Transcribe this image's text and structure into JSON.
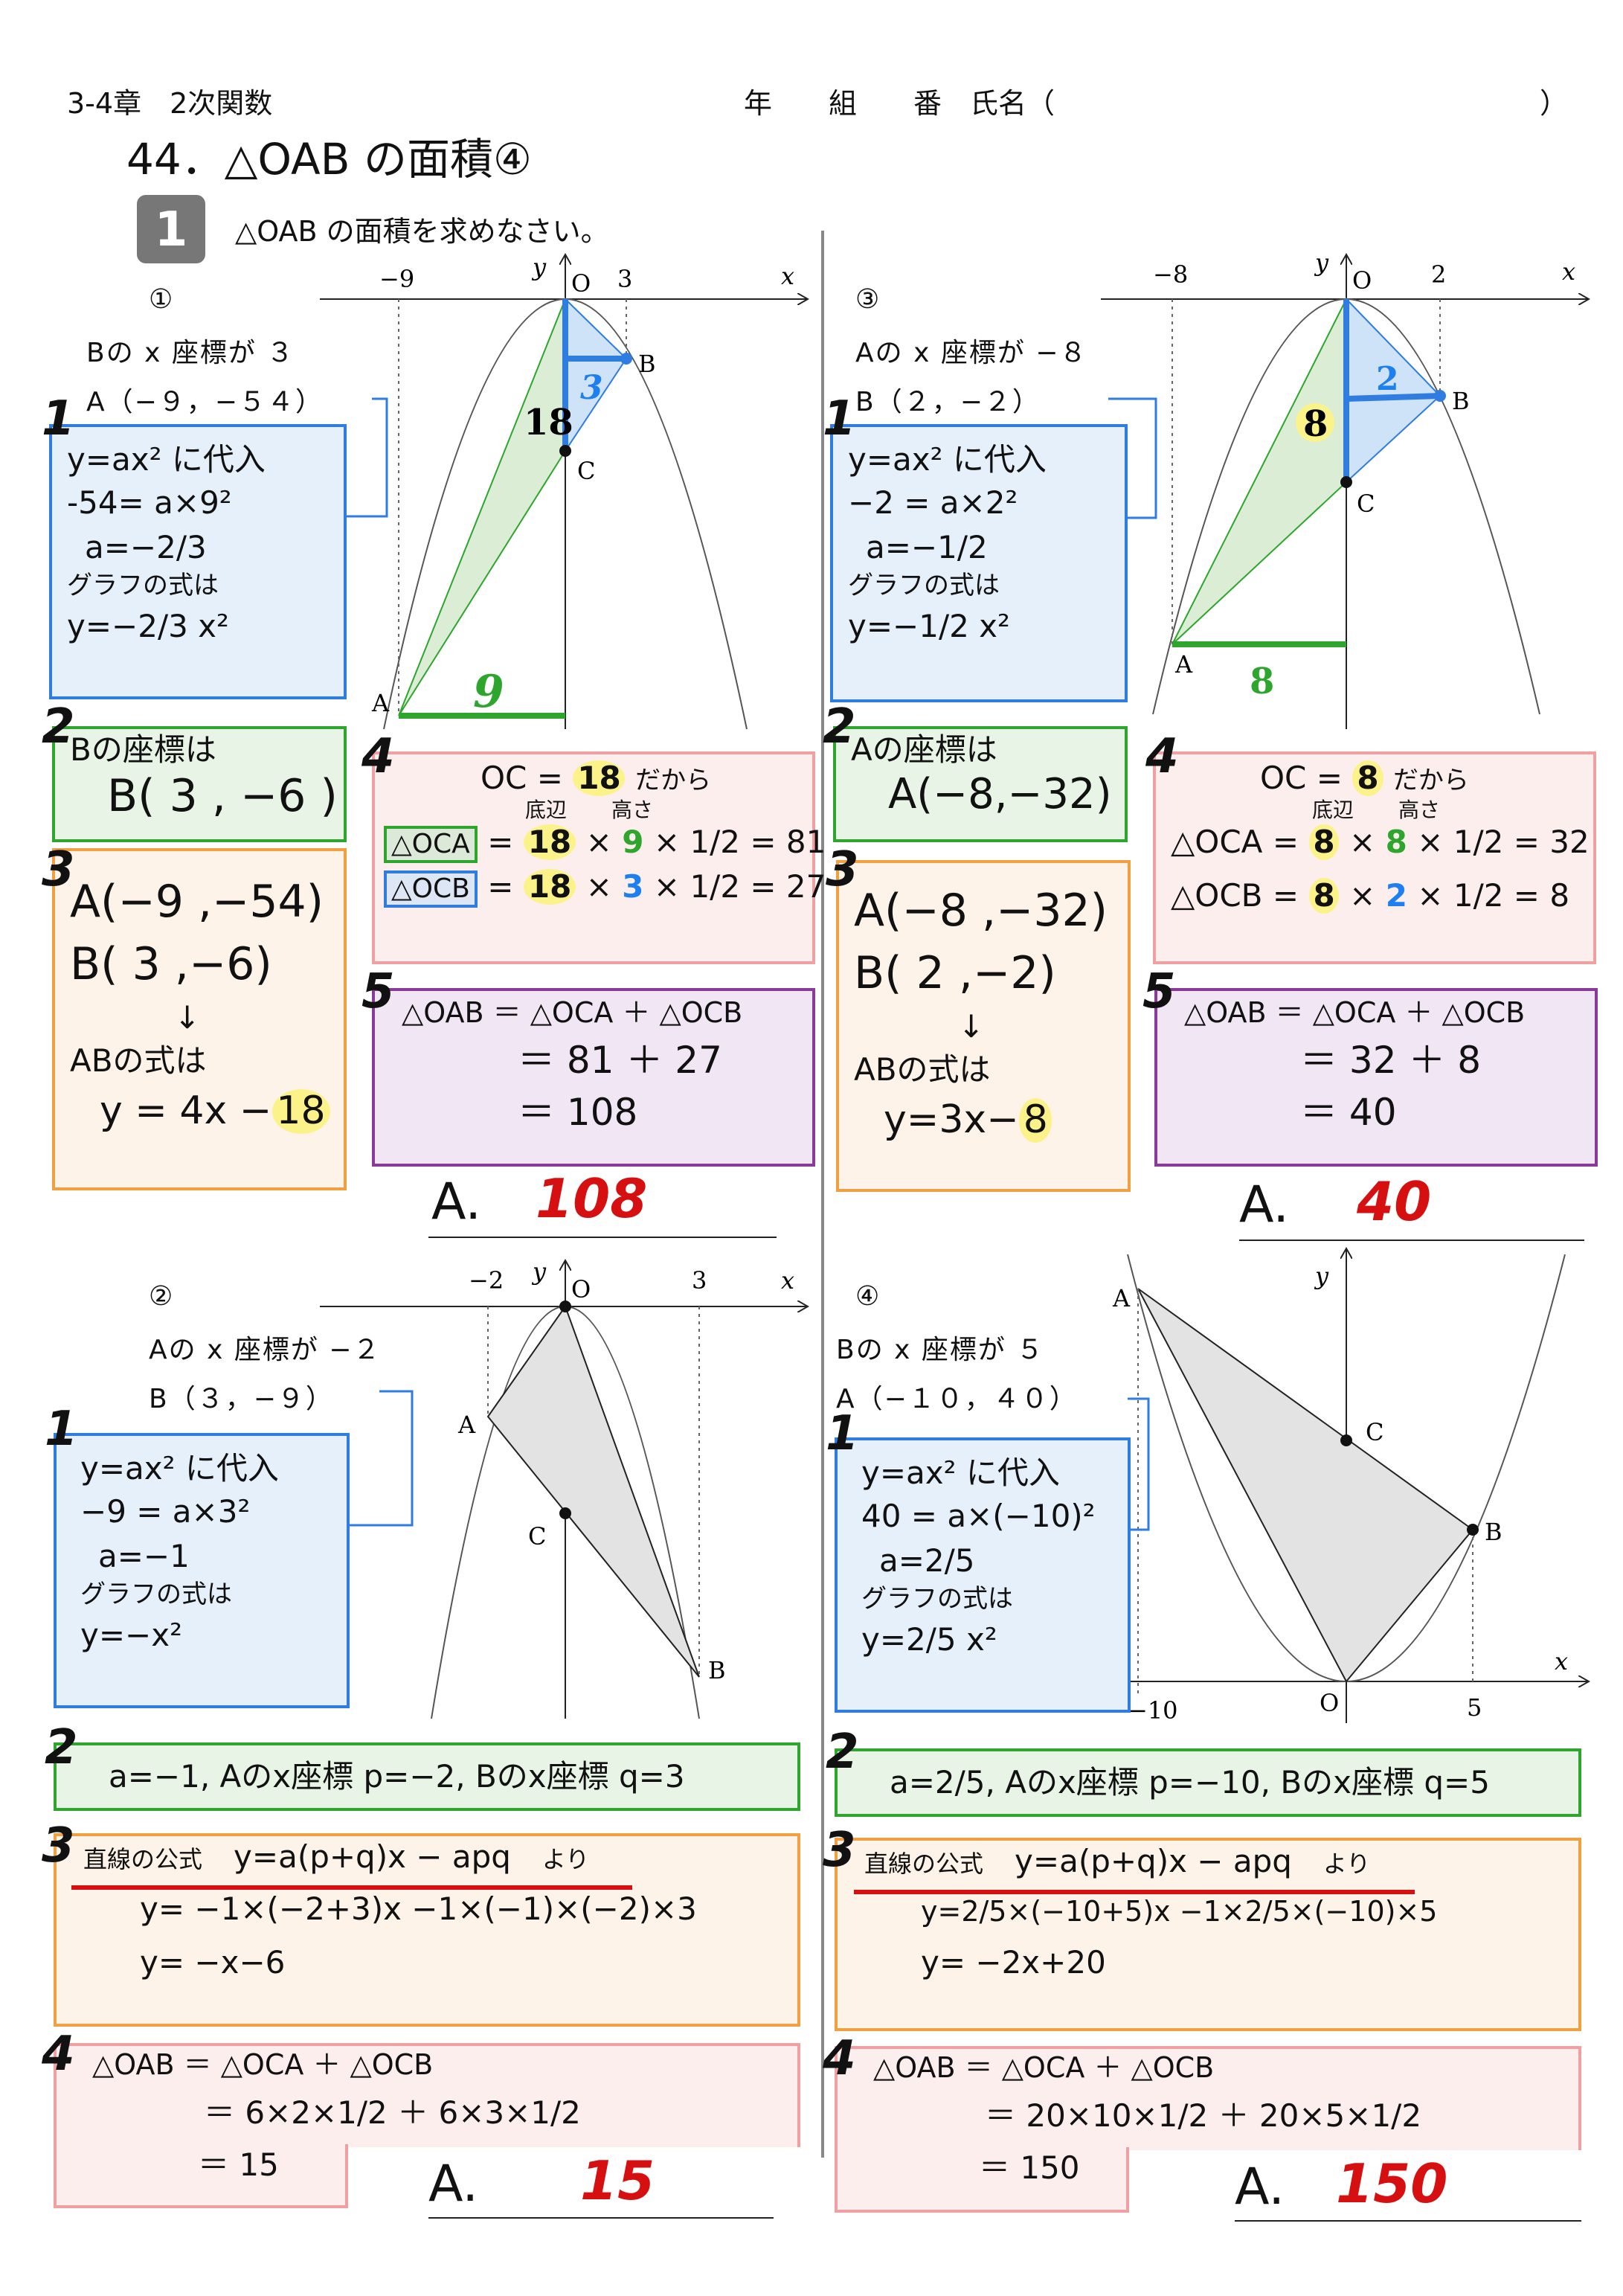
{
  "header": {
    "chapter": "3-4章　2次関数",
    "class_fields": "年　　組　　番　氏名（",
    "close_paren": "）",
    "title": "44．△OAB の面積④"
  },
  "section": {
    "badge": "1",
    "instruction": "△OAB の面積を求めなさい。"
  },
  "axis": {
    "x": "x",
    "y": "y",
    "origin": "O"
  },
  "points": {
    "A": "A",
    "B": "B",
    "C": "C"
  },
  "problems": [
    {
      "num": "①",
      "cond1": "Bの x 座標が ３",
      "cond2": "A（−９，−５４）",
      "graph": {
        "tick_neg": "−9",
        "tick_pos": "3",
        "base": "9",
        "height": "3",
        "oc": "18"
      },
      "s1": {
        "n": "1",
        "lines": [
          "y=ax² に代入",
          "-54= a×9²",
          "a=−2/3",
          "グラフの式は",
          "y=−2/3 x²"
        ]
      },
      "s2": {
        "n": "2",
        "lines": [
          "Bの座標は",
          "B( 3 , −6 )"
        ]
      },
      "s3": {
        "n": "3",
        "lines": [
          "A(−9 ,−54)",
          "B( 3 ,−6)",
          "↓",
          "ABの式は",
          "y = 4x −",
          "18"
        ]
      },
      "s4": {
        "n": "4",
        "oc_pre": "OC =",
        "oc": "18",
        "oc_post": "だから",
        "base_hdr": "底辺",
        "height_hdr": "高さ",
        "rows": [
          {
            "label": "△OCA",
            "eq": "=",
            "base": "18",
            "x": "×",
            "height": "9",
            "rest": "× 1/2 = 81"
          },
          {
            "label": "△OCB",
            "eq": "=",
            "base": "18",
            "x": "×",
            "height": "3",
            "rest": "× 1/2 = 27"
          }
        ]
      },
      "s5": {
        "n": "5",
        "lines": [
          "△OAB ＝ △OCA ＋ △OCB",
          "＝ 81 ＋ 27",
          "＝ 108"
        ]
      },
      "answer": {
        "prefix": "A.",
        "value": "108"
      }
    },
    {
      "num": "③",
      "cond1": "Aの x 座標が −８",
      "cond2": "B（２，−２）",
      "graph": {
        "tick_neg": "−8",
        "tick_pos": "2",
        "base": "8",
        "height": "2",
        "oc": "8"
      },
      "s1": {
        "n": "1",
        "lines": [
          "y=ax² に代入",
          "−2 = a×2²",
          "a=−1/2",
          "グラフの式は",
          "y=−1/2 x²"
        ]
      },
      "s2": {
        "n": "2",
        "lines": [
          "Aの座標は",
          "A(−8,−32)"
        ]
      },
      "s3": {
        "n": "3",
        "lines": [
          "A(−8 ,−32)",
          "B( 2 ,−2)",
          "↓",
          "ABの式は",
          "y=3x−",
          "8"
        ]
      },
      "s4": {
        "n": "4",
        "oc_pre": "OC =",
        "oc": "8",
        "oc_post": "だから",
        "base_hdr": "底辺",
        "height_hdr": "高さ",
        "rows": [
          {
            "label": "△OCA",
            "eq": "=",
            "base": "8",
            "x": "×",
            "height": "8",
            "rest": "× 1/2 = 32"
          },
          {
            "label": "△OCB",
            "eq": "=",
            "base": "8",
            "x": "×",
            "height": "2",
            "rest": "× 1/2 = 8"
          }
        ]
      },
      "s5": {
        "n": "5",
        "lines": [
          "△OAB ＝ △OCA ＋ △OCB",
          "＝ 32 ＋ 8",
          "＝ 40"
        ]
      },
      "answer": {
        "prefix": "A.",
        "value": "40"
      }
    },
    {
      "num": "②",
      "cond1": "Aの x 座標が −２",
      "cond2": "B（３，−９）",
      "graph": {
        "tick_neg": "−2",
        "tick_pos": "3"
      },
      "s1": {
        "n": "1",
        "lines": [
          "y=ax² に代入",
          "−9 = a×3²",
          "a=−1",
          "グラフの式は",
          "y=−x²"
        ]
      },
      "s2": {
        "n": "2",
        "lines": [
          "a=−1, Aのx座標 p=−2, Bのx座標 q=3"
        ]
      },
      "s3": {
        "n": "3",
        "lines": [
          "直線の公式",
          "y=a(p+q)x − apq",
          "より",
          "y= −1×(−2+3)x −1×(−1)×(−2)×3",
          "y= −x−6"
        ]
      },
      "s4": {
        "n": "4",
        "lines": [
          "△OAB ＝ △OCA ＋ △OCB",
          "＝ 6×2×1/2 ＋ 6×3×1/2",
          "＝ 15"
        ]
      },
      "answer": {
        "prefix": "A.",
        "value": "15"
      }
    },
    {
      "num": "④",
      "cond1": "Bの x 座標が ５",
      "cond2": "A（−１０，４０）",
      "graph": {
        "tick_neg": "−10",
        "tick_pos": "5"
      },
      "s1": {
        "n": "1",
        "lines": [
          "y=ax² に代入",
          "40 = a×(−10)²",
          "a=2/5",
          "グラフの式は",
          "y=2/5 x²"
        ]
      },
      "s2": {
        "n": "2",
        "lines": [
          "a=2/5, Aのx座標 p=−10, Bのx座標 q=5"
        ]
      },
      "s3": {
        "n": "3",
        "lines": [
          "直線の公式",
          "y=a(p+q)x − apq",
          "より",
          "y=2/5×(−10+5)x −1×2/5×(−10)×5",
          "y= −2x+20"
        ]
      },
      "s4": {
        "n": "4",
        "lines": [
          "△OAB ＝ △OCA ＋ △OCB",
          "＝ 20×10×1/2 ＋ 20×5×1/2",
          "＝ 150"
        ]
      },
      "answer": {
        "prefix": "A.",
        "value": "150"
      }
    }
  ]
}
